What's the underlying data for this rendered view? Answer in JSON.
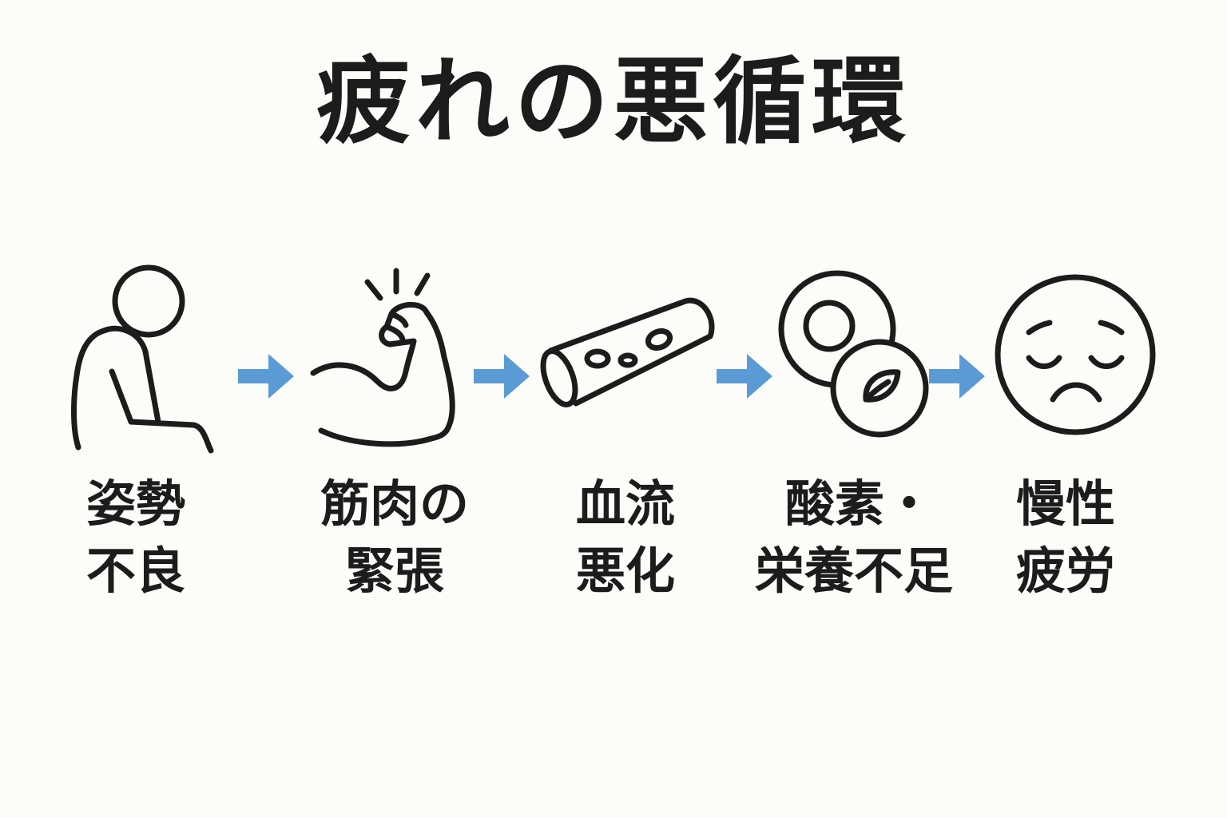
{
  "title": "疲れの悪循環",
  "arrow_color": "#5b9bd5",
  "line_color": "#1c1c1c",
  "steps": [
    {
      "icon": "slouching-person-icon",
      "line1": "姿勢",
      "line2": "不良"
    },
    {
      "icon": "flexed-arm-icon",
      "line1": "筋肉の",
      "line2": "緊張"
    },
    {
      "icon": "blood-vessel-icon",
      "line1": "血流",
      "line2": "悪化"
    },
    {
      "icon": "cells-icon",
      "line1": "酸素・",
      "line2": "栄養不足"
    },
    {
      "icon": "sad-face-icon",
      "line1": "慢性",
      "line2": "疲労"
    }
  ]
}
